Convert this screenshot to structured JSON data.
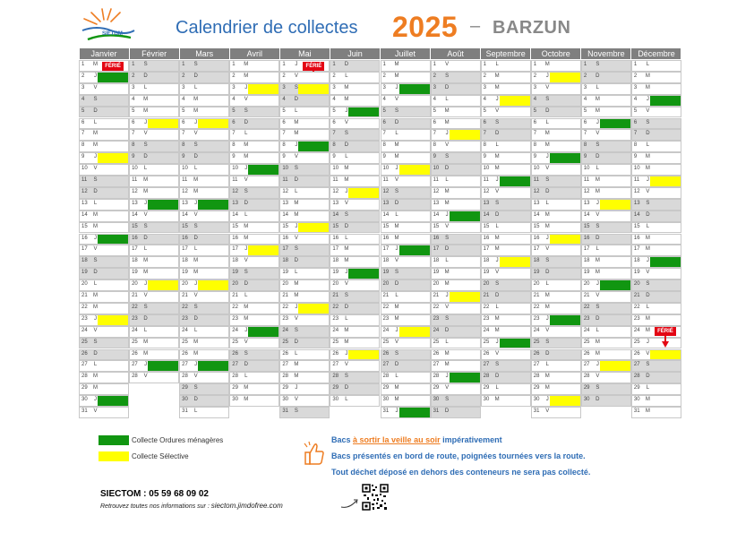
{
  "header": {
    "title": "Calendrier de collectes",
    "year": "2025",
    "dash": "–",
    "town": "BARZUN",
    "logo_text": "SIETOM"
  },
  "calendar": {
    "months": [
      {
        "name": "Janvier",
        "first_weekday": 2,
        "days": 31,
        "om": [
          2,
          16,
          30
        ],
        "sel": [
          9,
          23
        ],
        "ferie": [
          1
        ]
      },
      {
        "name": "Février",
        "first_weekday": 5,
        "days": 28,
        "om": [
          13,
          27
        ],
        "sel": [
          6,
          20
        ],
        "ferie": []
      },
      {
        "name": "Mars",
        "first_weekday": 5,
        "days": 31,
        "om": [
          13,
          27
        ],
        "sel": [
          6,
          20
        ],
        "ferie": []
      },
      {
        "name": "Avril",
        "first_weekday": 1,
        "days": 30,
        "om": [
          10,
          24
        ],
        "sel": [
          3,
          17
        ],
        "ferie": []
      },
      {
        "name": "Mai",
        "first_weekday": 3,
        "days": 31,
        "om": [
          8
        ],
        "sel": [
          3,
          15,
          22
        ],
        "ferie": [
          1
        ]
      },
      {
        "name": "Juin",
        "first_weekday": 6,
        "days": 30,
        "om": [
          5,
          19
        ],
        "sel": [
          12,
          26
        ],
        "ferie": []
      },
      {
        "name": "Juillet",
        "first_weekday": 1,
        "days": 31,
        "om": [
          3,
          17,
          31
        ],
        "sel": [
          10,
          24
        ],
        "ferie": []
      },
      {
        "name": "Août",
        "first_weekday": 4,
        "days": 31,
        "om": [
          14,
          28
        ],
        "sel": [
          7,
          21
        ],
        "ferie": []
      },
      {
        "name": "Septembre",
        "first_weekday": 0,
        "days": 30,
        "om": [
          11,
          25
        ],
        "sel": [
          4,
          18
        ],
        "ferie": []
      },
      {
        "name": "Octobre",
        "first_weekday": 2,
        "days": 31,
        "om": [
          9,
          23
        ],
        "sel": [
          2,
          16,
          30
        ],
        "ferie": []
      },
      {
        "name": "Novembre",
        "first_weekday": 5,
        "days": 30,
        "om": [
          6,
          20
        ],
        "sel": [
          13,
          27
        ],
        "ferie": []
      },
      {
        "name": "Décembre",
        "first_weekday": 0,
        "days": 31,
        "om": [
          4,
          18
        ],
        "sel": [
          11,
          26
        ],
        "ferie": [
          25
        ]
      }
    ],
    "weekday_letters": [
      "L",
      "M",
      "M",
      "J",
      "V",
      "S",
      "D"
    ],
    "ferie_label": "FÉRIÉ",
    "colors": {
      "ordures": "#119611",
      "selective": "#ffff00",
      "weekend": "#d9d9d9",
      "header": "#7f7f7f",
      "ferie": "#e30613"
    }
  },
  "legend": {
    "ordures_label": "Collecte Ordures ménagères",
    "selective_label": "Collecte Sélective"
  },
  "info": {
    "line1_pre": "Bacs ",
    "line1_highlight": "à sortir la veille au soir",
    "line1_post": " impérativement",
    "line2": "Bacs présentés en bord de route, poignées tournées vers la route.",
    "line3": "Tout déchet déposé en dehors des conteneurs ne sera pas collecté."
  },
  "footer": {
    "contact": "SIECTOM : 05 59 68 09 02",
    "site_prefix": "Retrouvez toutes nos informations sur : ",
    "site_url": "siectom.jimdofree.com"
  }
}
